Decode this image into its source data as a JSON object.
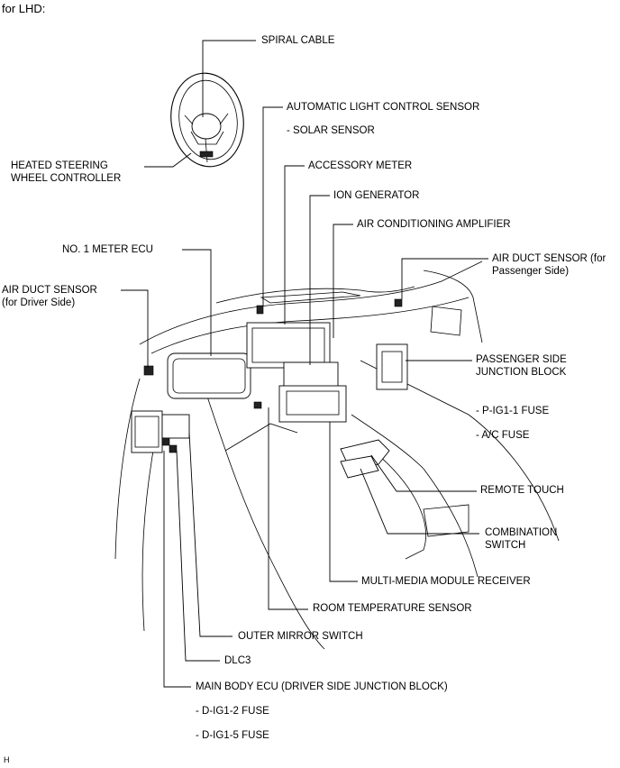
{
  "header": "for LHD:",
  "footer_code": "H",
  "labels": {
    "spiral_cable": "SPIRAL CABLE",
    "auto_light": "AUTOMATIC LIGHT CONTROL SENSOR",
    "solar": "- SOLAR SENSOR",
    "heated_steering": "HEATED STEERING\nWHEEL CONTROLLER",
    "accessory_meter": "ACCESSORY METER",
    "ion_generator": "ION GENERATOR",
    "ac_amp": "AIR CONDITIONING AMPLIFIER",
    "no1_meter": "NO. 1 METER ECU",
    "air_duct_pass": "AIR DUCT SENSOR (for\nPassenger Side)",
    "air_duct_driver": "AIR DUCT SENSOR\n(for Driver Side)",
    "pass_jb": "PASSENGER SIDE\nJUNCTION BLOCK",
    "p_ig1": "- P-IG1-1 FUSE",
    "ac_fuse": "- A/C FUSE",
    "remote_touch": "REMOTE TOUCH",
    "combination_switch": "COMBINATION\nSWITCH",
    "mm_receiver": "MULTI-MEDIA MODULE RECEIVER",
    "room_temp": "ROOM TEMPERATURE SENSOR",
    "outer_mirror": "OUTER MIRROR SWITCH",
    "dlc3": "DLC3",
    "main_body": "MAIN BODY ECU (DRIVER SIDE JUNCTION BLOCK)",
    "d_ig1_2": "- D-IG1-2 FUSE",
    "d_ig1_5": "- D-IG1-5 FUSE"
  }
}
